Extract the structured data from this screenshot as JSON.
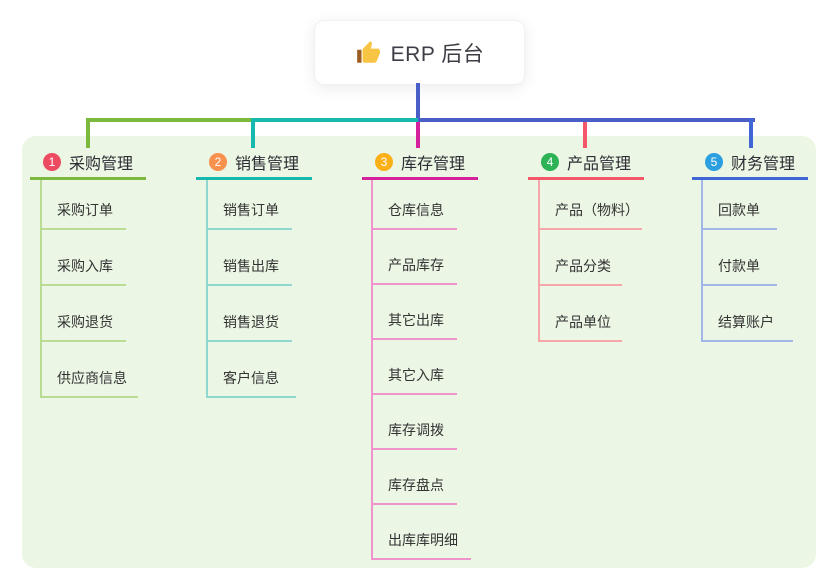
{
  "root": {
    "title": "ERP 后台",
    "icon": "thumbs-up-icon"
  },
  "connector_colors": {
    "root_line": "#4a5ec7",
    "panel_background": "#ebf6e4"
  },
  "branches": [
    {
      "num": "1",
      "label": "采购管理",
      "badge_color": "#ec4b62",
      "line_color": "#7cb93f",
      "child_line_color": "#b9db93",
      "children": [
        "采购订单",
        "采购入库",
        "采购退货",
        "供应商信息"
      ]
    },
    {
      "num": "2",
      "label": "销售管理",
      "badge_color": "#f8914e",
      "line_color": "#17b8ae",
      "child_line_color": "#8fd8d2",
      "children": [
        "销售订单",
        "销售出库",
        "销售退货",
        "客户信息"
      ]
    },
    {
      "num": "3",
      "label": "库存管理",
      "badge_color": "#fcb017",
      "line_color": "#d6219c",
      "child_line_color": "#f095cb",
      "children": [
        "仓库信息",
        "产品库存",
        "其它出库",
        "其它入库",
        "库存调拨",
        "库存盘点",
        "出库库明细"
      ]
    },
    {
      "num": "4",
      "label": "产品管理",
      "badge_color": "#2db356",
      "line_color": "#f4566a",
      "child_line_color": "#f8a6a9",
      "children": [
        "产品（物料）",
        "产品分类",
        "产品单位"
      ]
    },
    {
      "num": "5",
      "label": "财务管理",
      "badge_color": "#2b9fe0",
      "line_color": "#3f66d4",
      "child_line_color": "#a2b7e8",
      "children": [
        "回款单",
        "付款单",
        "结算账户"
      ]
    }
  ]
}
